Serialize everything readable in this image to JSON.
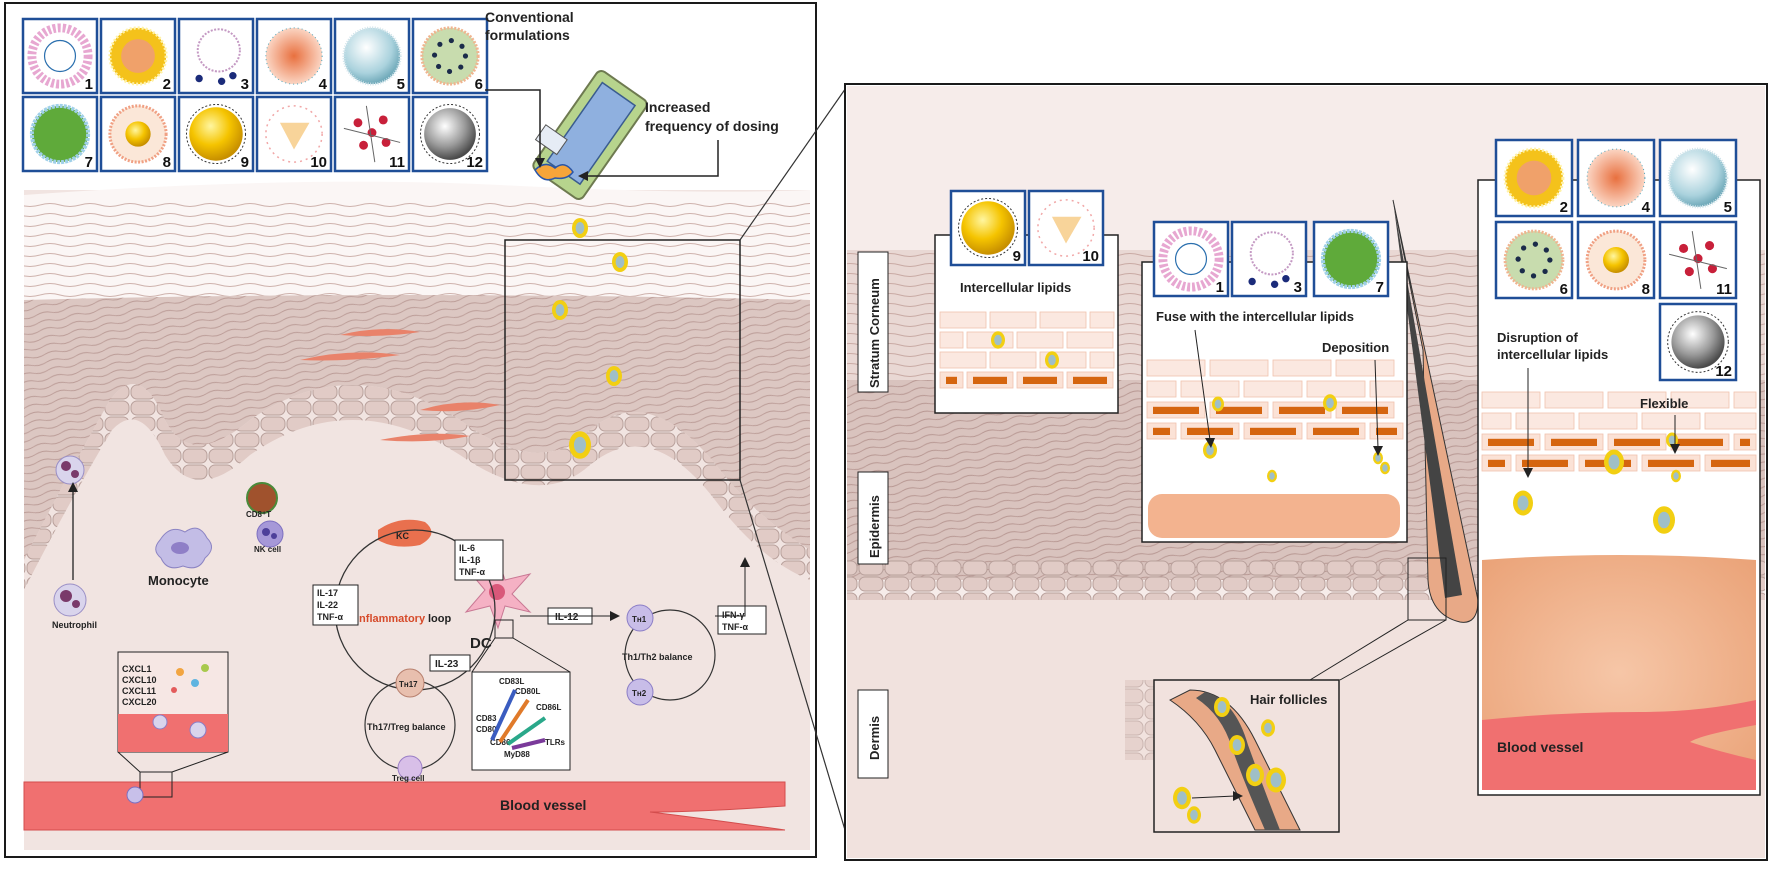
{
  "colors": {
    "frame": "#1a1a1a",
    "np_border": "#1f4e97",
    "skin_light": "#f3e9e6",
    "skin_mid": "#e6d3cf",
    "epidermis": "#dcc7c2",
    "dermis": "#f1e4e1",
    "blood_vessel": "#f07070",
    "lipid_orange": "#d5650f",
    "lipid_peach": "#f6c7ae",
    "particle_yellow": "#f2cf12",
    "particle_core": "#9fbfc8",
    "red_label": "#d64a2a"
  },
  "left_panel": {
    "nanocarriers": [
      "1",
      "2",
      "3",
      "4",
      "5",
      "6",
      "7",
      "8",
      "9",
      "10",
      "11",
      "12"
    ],
    "conventional_label_1": "Conventional",
    "conventional_label_2": "formulations",
    "dosing_label_1": "Increased",
    "dosing_label_2": "frequency  of dosing",
    "cells": {
      "neutrophil": "Neutrophil",
      "monocyte": "Monocyte",
      "cd8": "CD8⁺T",
      "nk": "NK cell",
      "kc": "KC",
      "dc": "DC",
      "th1": "Tʜ1",
      "th2": "Tʜ2",
      "th17": "Tʜ17",
      "treg": "Treg cell"
    },
    "chemokines": [
      "CXCL1",
      "CXCL10",
      "CXCL11",
      "CXCL20"
    ],
    "cytokines_dc": [
      "IL-6",
      "IL-1β",
      "TNF-α"
    ],
    "cytokines_loop": [
      "IL-17",
      "IL-22",
      "TNF-α"
    ],
    "il12": "IL-12",
    "il23": "IL-23",
    "ifn": [
      "IFN-γ",
      "TNF-α"
    ],
    "loop_word1": "Inflammatory",
    "loop_word2": " loop",
    "th1_th2_balance": "Th1/Th2 balance",
    "th17_treg_balance": "Th17/Treg balance",
    "receptors": [
      "CD83L",
      "CD80L",
      "CD86L",
      "CD83",
      "CD80",
      "CD86",
      "TLRs",
      "MyD88"
    ],
    "blood_vessel": "Blood vessel"
  },
  "right_panel": {
    "layers": [
      "Stratum Corneum",
      "Epidermis",
      "Dermis"
    ],
    "intercellular_lipids": "Intercellular lipids",
    "fuse": "Fuse with the intercellular lipids",
    "deposition": "Deposition",
    "disruption_1": "Disruption of",
    "disruption_2": "intercellular lipids",
    "flexible": "Flexible",
    "hair_follicles": "Hair follicles",
    "blood_vessel": "Blood vessel",
    "group_a": [
      "9",
      "10"
    ],
    "group_b": [
      "1",
      "3",
      "7"
    ],
    "group_c": [
      "2",
      "4",
      "5",
      "6",
      "8",
      "11",
      "12"
    ]
  }
}
